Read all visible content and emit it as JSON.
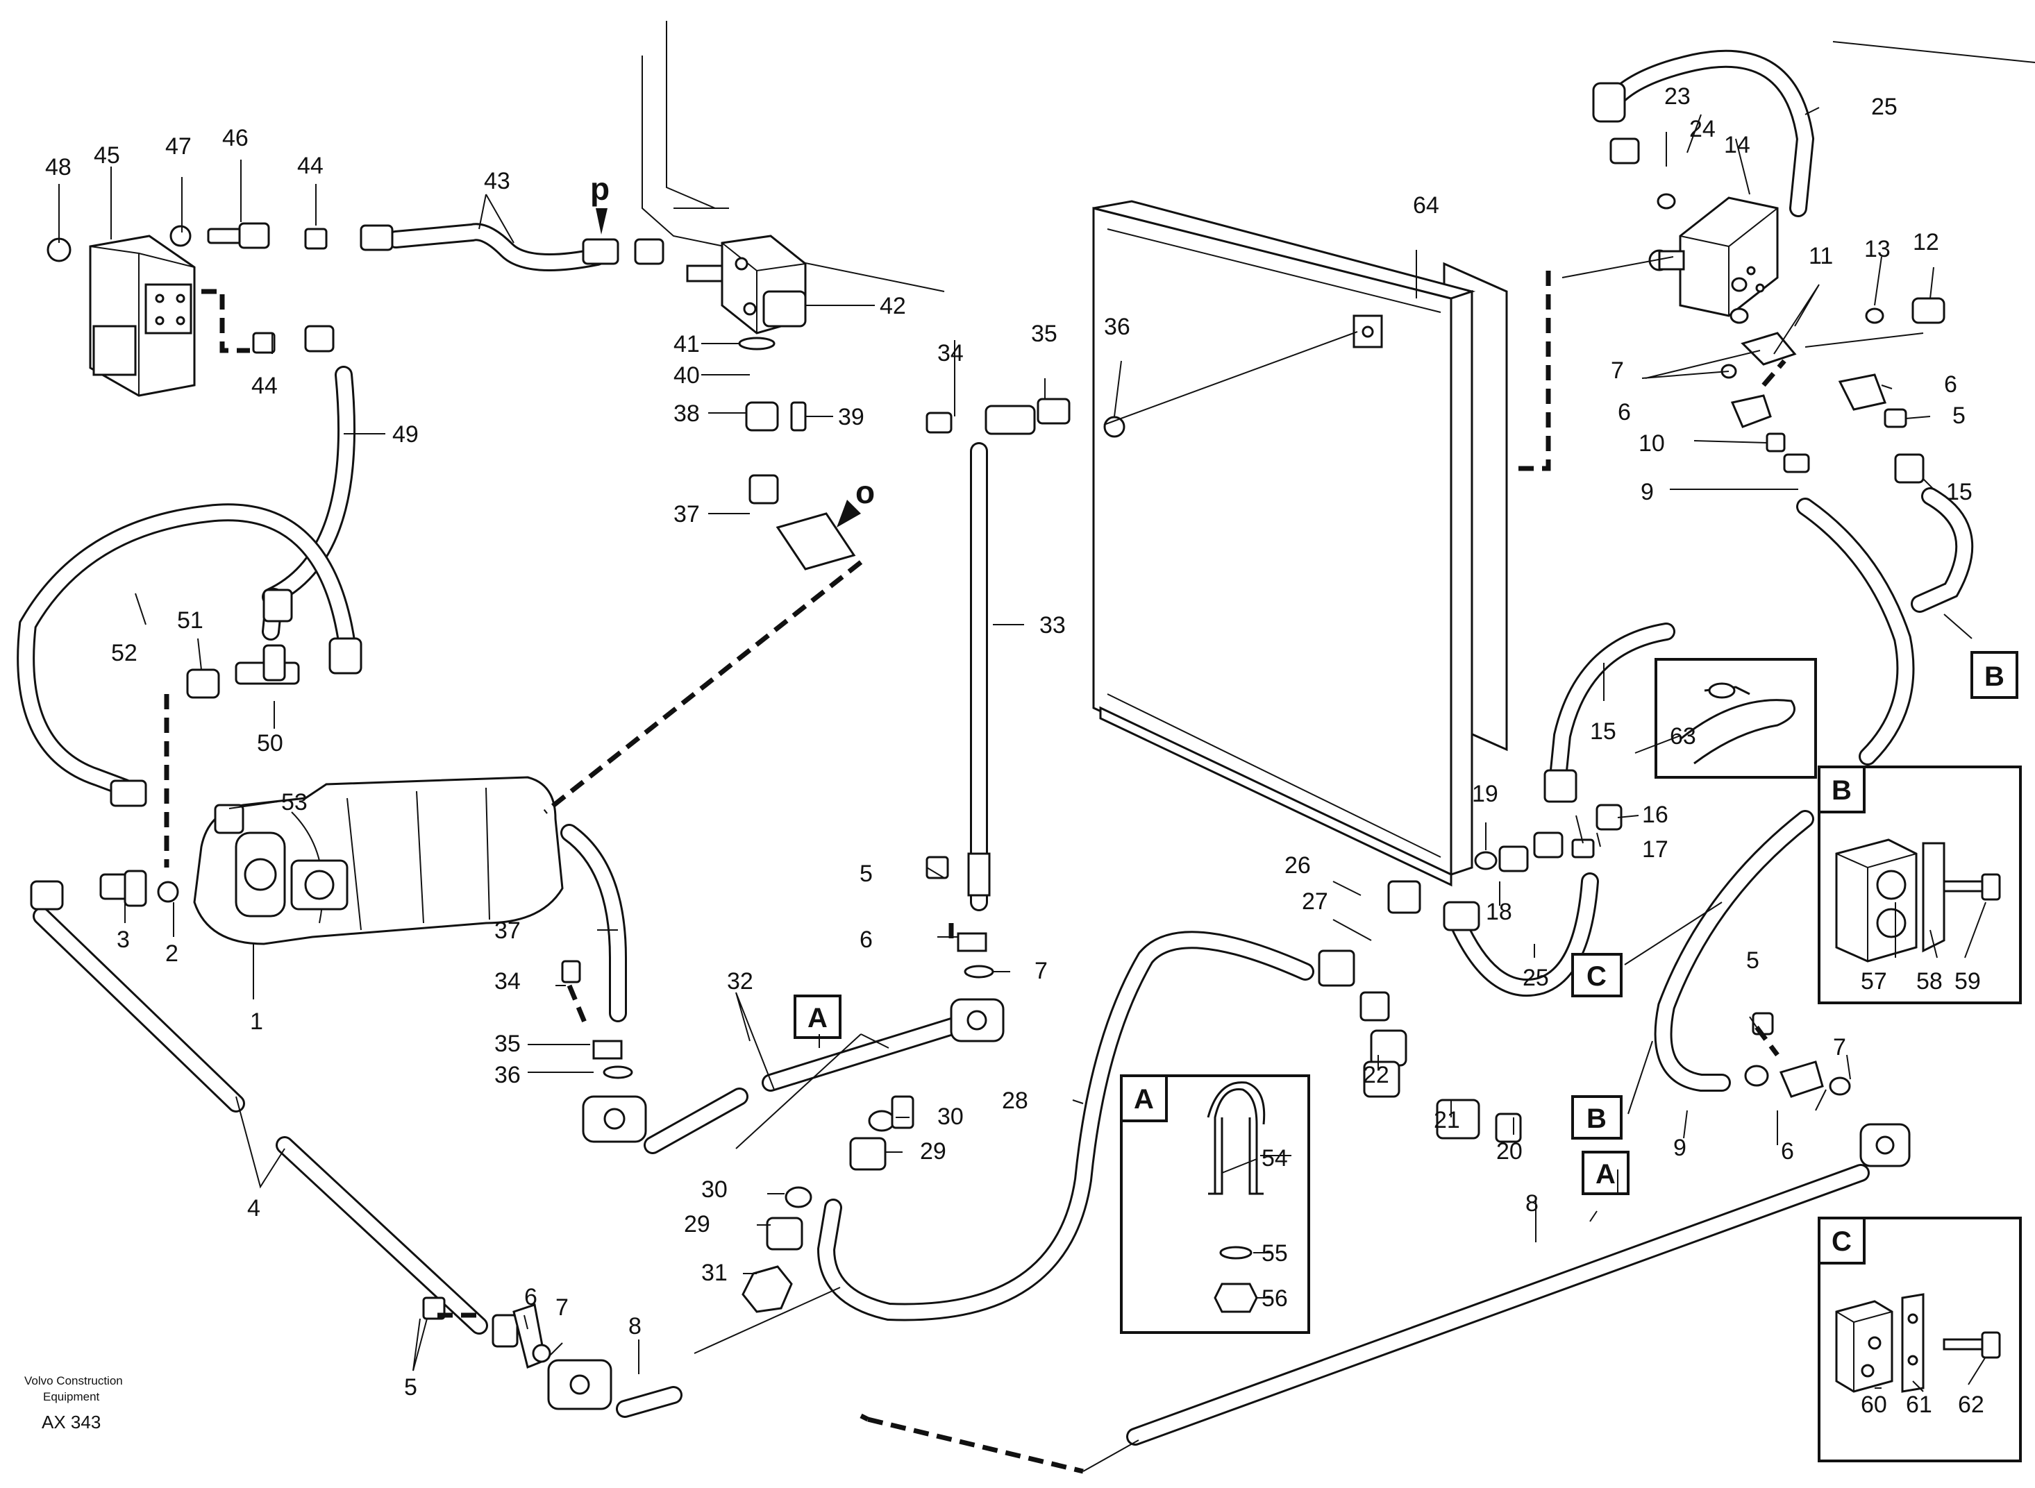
{
  "credit": {
    "line1": "Volvo Construction",
    "line2": "Equipment",
    "code": "AX 343"
  },
  "flow_markers": {
    "p": "p",
    "o": "o"
  },
  "callouts": {
    "c1": "1",
    "c2": "2",
    "c3": "3",
    "c4": "4",
    "c5a": "5",
    "c5b": "5",
    "c5c": "5",
    "c5d": "5",
    "c6a": "6",
    "c6b": "6",
    "c6c": "6",
    "c6d": "6",
    "c6e": "6",
    "c7a": "7",
    "c7b": "7",
    "c7c": "7",
    "c7d": "7",
    "c8a": "8",
    "c8b": "8",
    "c9a": "9",
    "c9b": "9",
    "c10": "10",
    "c11": "11",
    "c12": "12",
    "c13": "13",
    "c14": "14",
    "c15a": "15",
    "c15b": "15",
    "c16": "16",
    "c17": "17",
    "c18": "18",
    "c19": "19",
    "c20": "20",
    "c21": "21",
    "c22": "22",
    "c23": "23",
    "c24": "24",
    "c25a": "25",
    "c25b": "25",
    "c26": "26",
    "c27": "27",
    "c28": "28",
    "c29a": "29",
    "c29b": "29",
    "c30a": "30",
    "c30b": "30",
    "c31": "31",
    "c32": "32",
    "c33": "33",
    "c34a": "34",
    "c34b": "34",
    "c35a": "35",
    "c35b": "35",
    "c36a": "36",
    "c36b": "36",
    "c37a": "37",
    "c37b": "37",
    "c38": "38",
    "c39": "39",
    "c40": "40",
    "c41": "41",
    "c42": "42",
    "c43": "43",
    "c44a": "44",
    "c44b": "44",
    "c45": "45",
    "c46": "46",
    "c47": "47",
    "c48": "48",
    "c49": "49",
    "c50": "50",
    "c51": "51",
    "c52": "52",
    "c53": "53",
    "c54": "54",
    "c55": "55",
    "c56": "56",
    "c57": "57",
    "c58": "58",
    "c59": "59",
    "c60": "60",
    "c61": "61",
    "c62": "62",
    "c63": "63",
    "c64": "64"
  },
  "section_tags": {
    "a1": "A",
    "a2": "A",
    "b1": "B",
    "b2": "B",
    "c1": "C"
  },
  "detail_boxes": {
    "a": "A",
    "b": "B",
    "c": "C"
  }
}
